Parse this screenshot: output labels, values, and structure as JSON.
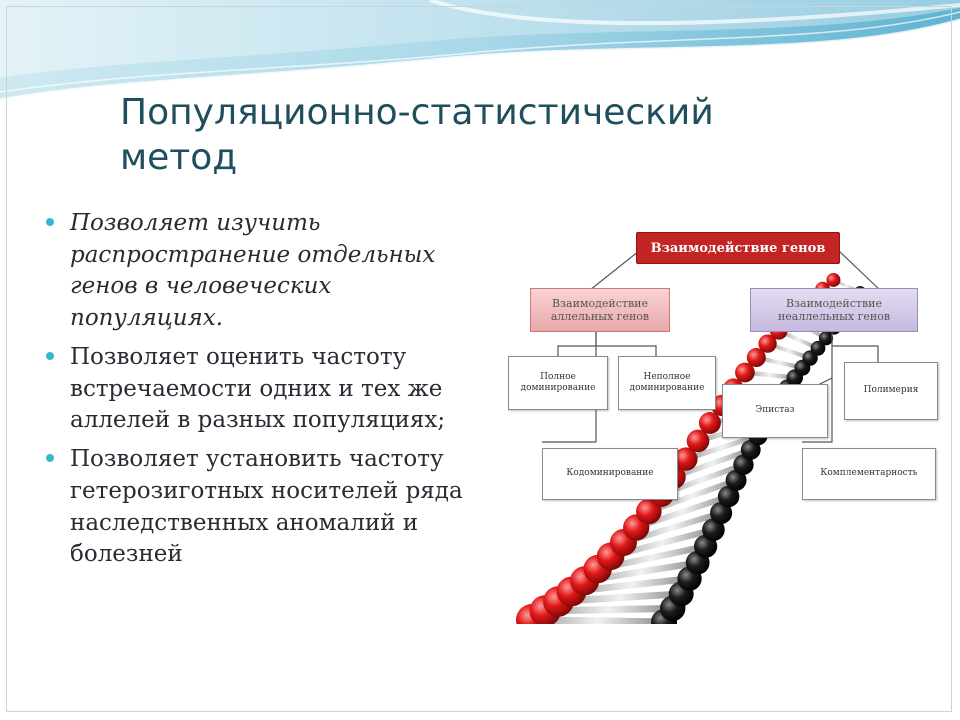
{
  "title": {
    "line1": "Популяционно-статистический",
    "line2": "метод"
  },
  "bullets": [
    {
      "text": "Позволяет изучить распространение отдельных генов в человеческих популяциях.",
      "style": "italic"
    },
    {
      "text": "Позволяет оценить частоту встречаемости одних и тех же аллелей в разных популяциях;",
      "style": "normal"
    },
    {
      "text": "Позволяет установить частоту гетерозиготных носителей ряда наследственных аномалий и болезней",
      "style": "normal"
    }
  ],
  "diagram": {
    "root": "Взаимодействие генов",
    "allelic": "Взаимодействие аллельных генов",
    "nonallelic": "Взаимодействие неаллельных генов",
    "complete_dominance": "Полное доминирование",
    "incomplete_dominance": "Неполное доминирование",
    "codominance": "Кодоминирование",
    "epistasis": "Эпистаз",
    "polymery": "Полимерия",
    "complementarity": "Комплементарность"
  },
  "colors": {
    "title": "#1f4e5e",
    "bullet_marker": "#33b7cc",
    "root_box": "#c52425",
    "allelic_box": "#f0bcbc",
    "nonallelic_box": "#d6cbe8"
  }
}
